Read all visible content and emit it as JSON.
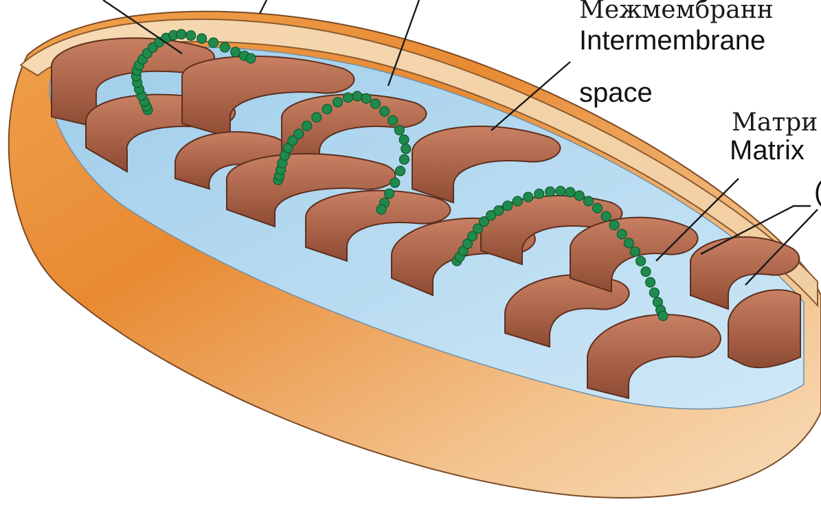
{
  "labels": {
    "intermembrane_ru": "Межмембранн",
    "intermembrane_en_1": "Intermembrane",
    "intermembrane_en_2": "space",
    "matrix_ru": "Матри",
    "matrix_en": "Matrix",
    "cristae_partial": "("
  },
  "colors": {
    "outer_membrane": "#e8913a",
    "intermembrane_space": "#f3d3a6",
    "cristae": "#b5674a",
    "matrix": "#a9d4ee",
    "dna": "#1f8a4c"
  }
}
